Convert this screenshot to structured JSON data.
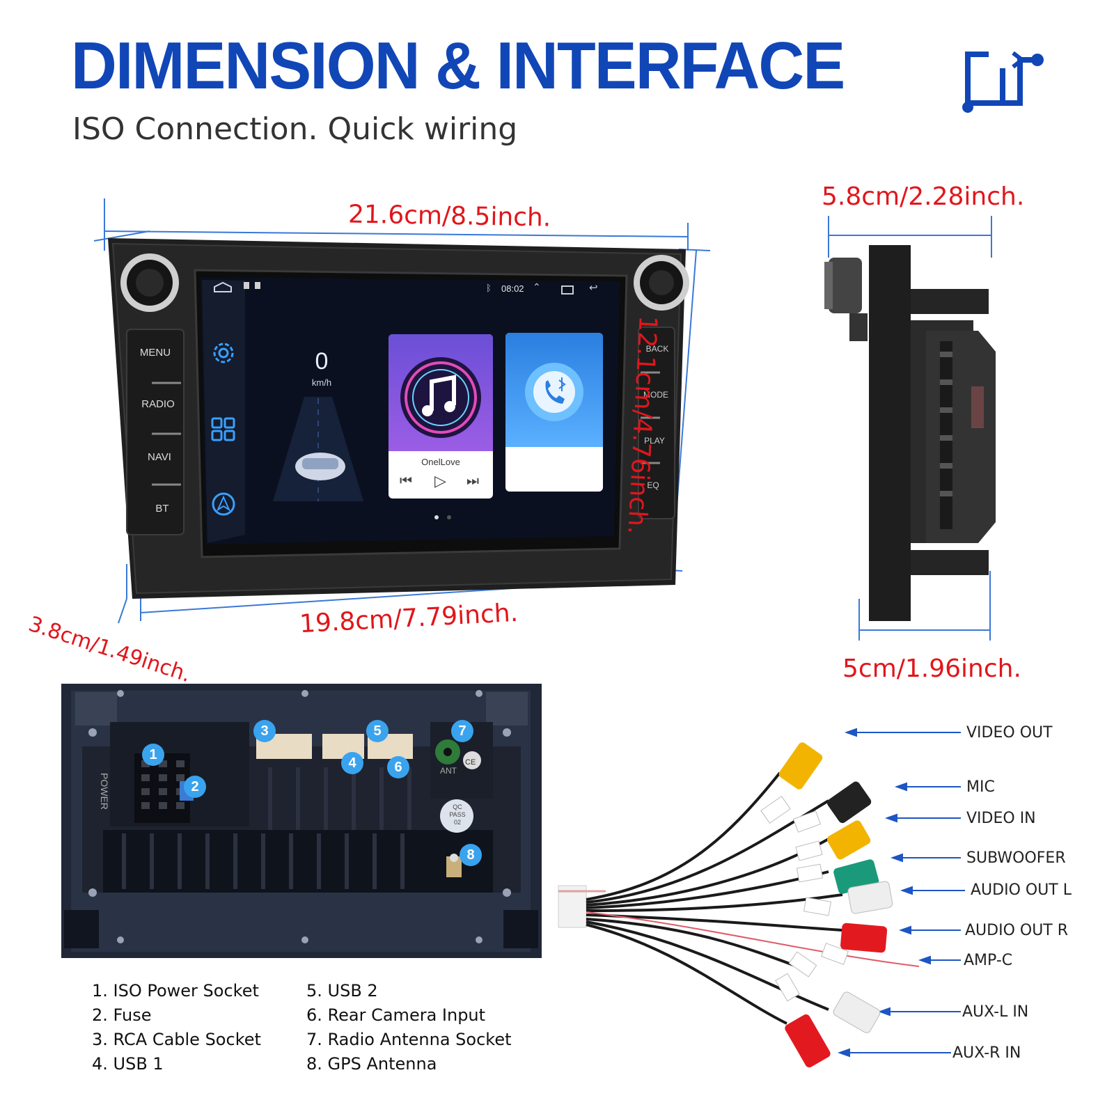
{
  "header": {
    "title": "DIMENSION & INTERFACE",
    "subtitle": "ISO Connection. Quick wiring"
  },
  "colors": {
    "title_blue": "#1146b7",
    "dimension_red": "#e0161c",
    "guide_blue": "#3a78d8",
    "device_black": "#222222"
  },
  "dimensions": {
    "front_width": "21.6cm/8.5inch.",
    "front_height": "12.1cm/4.76inch.",
    "back_width": "19.8cm/7.79inch.",
    "depth_front": "3.8cm/1.49inch.",
    "side_top": "5.8cm/2.28inch.",
    "side_bottom": "5cm/1.96inch."
  },
  "front_panel": {
    "left_buttons": [
      "MENU",
      "RADIO",
      "NAVI",
      "BT"
    ],
    "right_buttons": [
      "BACK",
      "MODE",
      "PLAY",
      "EQ"
    ]
  },
  "screen": {
    "time": "08:02",
    "speed": "0",
    "speed_unit": "km/h",
    "song_name": "OnelLove",
    "icons": [
      "home-icon",
      "bluetooth-icon",
      "settings-icon",
      "apps-icon",
      "navigation-icon",
      "music-icon",
      "phone-bluetooth-icon"
    ]
  },
  "rear_panel": {
    "badges": [
      "1",
      "2",
      "3",
      "4",
      "5",
      "6",
      "7",
      "8"
    ],
    "power_label": "POWER",
    "ant_label": "ANT",
    "ce_label": "CE",
    "qc_label": [
      "QC",
      "PASS",
      "02"
    ]
  },
  "legend": {
    "left": [
      "1. ISO Power Socket",
      "2. Fuse",
      "3. RCA Cable Socket",
      "4. USB 1"
    ],
    "right": [
      "5. USB 2",
      "6. Rear Camera Input",
      "7. Radio Antenna Socket",
      "8. GPS Antenna"
    ]
  },
  "cable_labels": [
    "VIDEO OUT",
    "MIC",
    "VIDEO IN",
    "SUBWOOFER",
    "AUDIO OUT L",
    "AUDIO OUT R",
    "AMP-C",
    "AUX-L IN",
    "AUX-R IN"
  ]
}
